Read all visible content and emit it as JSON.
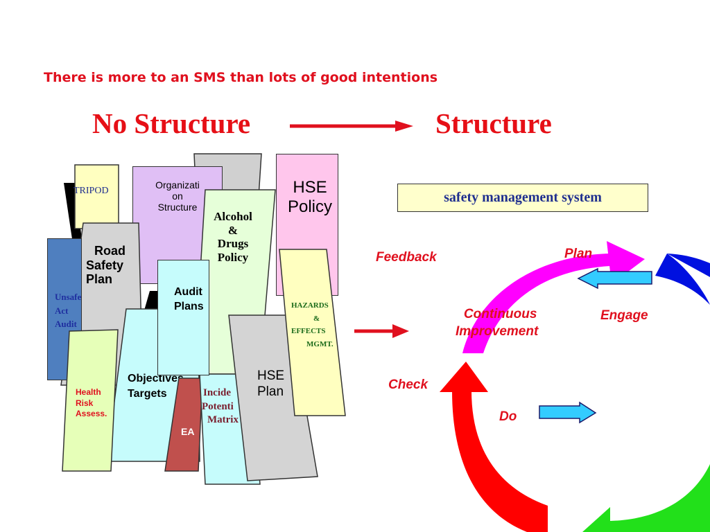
{
  "subtitle": "There is more to an SMS than lots of good intentions",
  "heading_left": "No Structure",
  "heading_right": "Structure",
  "sms_label": "safety management system",
  "documents": {
    "tripod": "TRIPOD",
    "organization_line1": "Organizati",
    "organization_line2": "on",
    "organization_line3": "Structure",
    "hse_policy_line1": "HSE",
    "hse_policy_line2": "Policy",
    "alcohol_line1": "Alcohol",
    "alcohol_line2": "&",
    "alcohol_line3": "Drugs",
    "alcohol_line4": "Policy",
    "road_line1": "Road",
    "road_line2": "Safety",
    "road_line3": "Plan",
    "unsafe_line1": "Unsafe",
    "unsafe_line2": "Act",
    "unsafe_line3": "Audit",
    "audit_line1": "Audit",
    "audit_line2": "Plans",
    "hazards_line1": "HAZARDS",
    "hazards_line2": "&",
    "hazards_line3": "EFFECTS",
    "hazards_line4": "MGMT.",
    "objectives_line1": "Objectives",
    "objectives_line2": "Targets",
    "health_line1": "Health",
    "health_line2": "Risk",
    "health_line3": "Assess.",
    "incident_line1": "Incide",
    "incident_line2": "Potenti",
    "incident_line3": "Matrix",
    "ea": "EA",
    "hse_plan_line1": "HSE",
    "hse_plan_line2": "Plan"
  },
  "cycle": {
    "feedback": "Feedback",
    "plan": "Plan",
    "engage": "Engage",
    "continuous_line1": "Continuous",
    "continuous_line2": "Improvement",
    "check": "Check",
    "do": "Do"
  },
  "colors": {
    "red": "#e0101e",
    "magenta": "#ff00ff",
    "blue": "#0010e0",
    "green": "#22e01a",
    "cycle_red": "#ff0000",
    "light_arrow": "#33ccff"
  }
}
